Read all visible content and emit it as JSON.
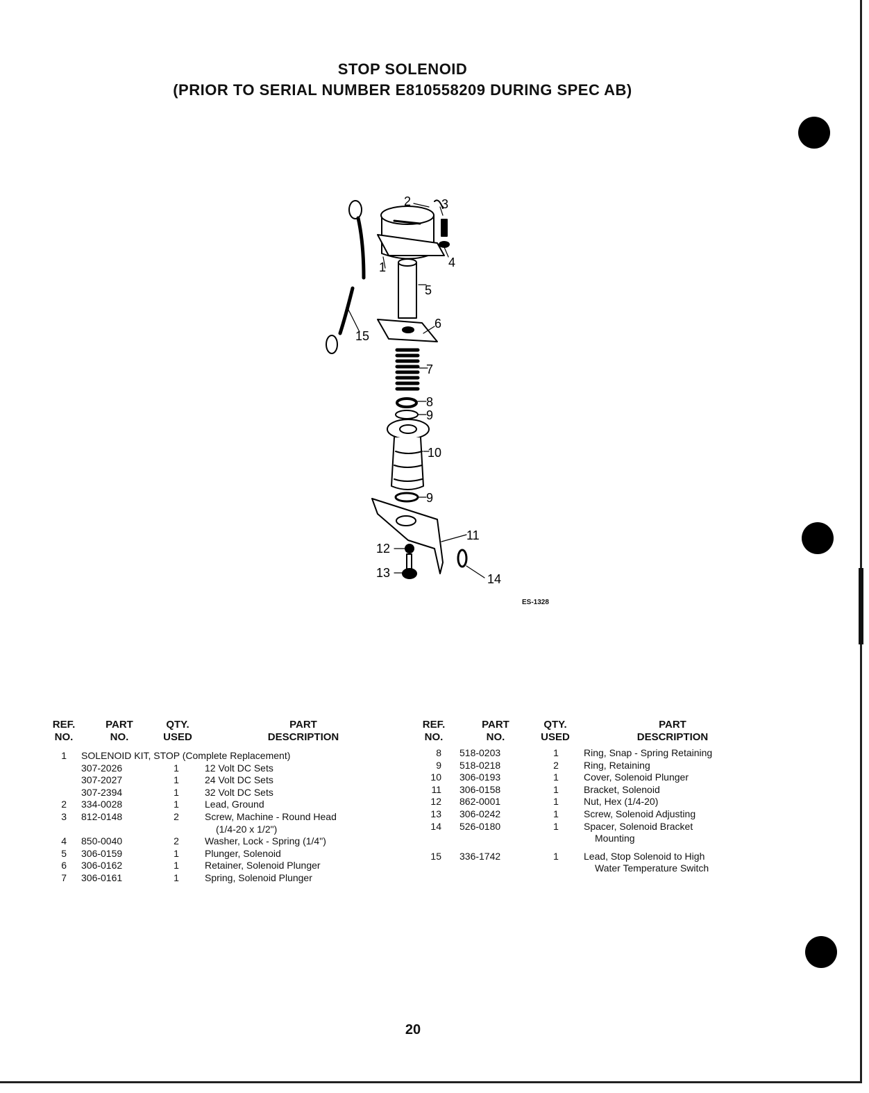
{
  "title_line1": "STOP SOLENOID",
  "title_line2": "(PRIOR TO SERIAL NUMBER E810558209 DURING SPEC AB)",
  "figure_id": "ES-1328",
  "page_number": "20",
  "callouts": [
    "1",
    "2",
    "3",
    "4",
    "5",
    "6",
    "7",
    "8",
    "9",
    "10",
    "9",
    "11",
    "12",
    "13",
    "14",
    "15"
  ],
  "headers": {
    "ref": [
      "REF.",
      "NO."
    ],
    "part": [
      "PART",
      "NO."
    ],
    "qty": [
      "QTY.",
      "USED"
    ],
    "desc": [
      "PART",
      "DESCRIPTION"
    ]
  },
  "left_rows": [
    {
      "ref": "1",
      "part": "",
      "qty": "",
      "desc": "SOLENOID KIT, STOP (Complete Replacement)"
    },
    {
      "ref": "",
      "part": "307-2026",
      "qty": "1",
      "desc": "12 Volt DC Sets"
    },
    {
      "ref": "",
      "part": "307-2027",
      "qty": "1",
      "desc": "24 Volt DC Sets"
    },
    {
      "ref": "",
      "part": "307-2394",
      "qty": "1",
      "desc": "32 Volt DC Sets"
    },
    {
      "ref": "2",
      "part": "334-0028",
      "qty": "1",
      "desc": "Lead, Ground"
    },
    {
      "ref": "3",
      "part": "812-0148",
      "qty": "2",
      "desc": "Screw, Machine - Round Head"
    },
    {
      "ref": "",
      "part": "",
      "qty": "",
      "desc": "(1/4-20 x 1/2\")"
    },
    {
      "ref": "4",
      "part": "850-0040",
      "qty": "2",
      "desc": "Washer, Lock - Spring (1/4\")"
    },
    {
      "ref": "5",
      "part": "306-0159",
      "qty": "1",
      "desc": "Plunger, Solenoid"
    },
    {
      "ref": "6",
      "part": "306-0162",
      "qty": "1",
      "desc": "Retainer, Solenoid Plunger"
    },
    {
      "ref": "7",
      "part": "306-0161",
      "qty": "1",
      "desc": "Spring, Solenoid Plunger"
    }
  ],
  "right_rows": [
    {
      "ref": "8",
      "part": "518-0203",
      "qty": "1",
      "desc": "Ring, Snap - Spring Retaining"
    },
    {
      "ref": "9",
      "part": "518-0218",
      "qty": "2",
      "desc": "Ring, Retaining"
    },
    {
      "ref": "10",
      "part": "306-0193",
      "qty": "1",
      "desc": "Cover, Solenoid Plunger"
    },
    {
      "ref": "11",
      "part": "306-0158",
      "qty": "1",
      "desc": "Bracket, Solenoid"
    },
    {
      "ref": "12",
      "part": "862-0001",
      "qty": "1",
      "desc": "Nut, Hex (1/4-20)"
    },
    {
      "ref": "13",
      "part": "306-0242",
      "qty": "1",
      "desc": "Screw, Solenoid Adjusting"
    },
    {
      "ref": "14",
      "part": "526-0180",
      "qty": "1",
      "desc": "Spacer, Solenoid Bracket"
    },
    {
      "ref": "",
      "part": "",
      "qty": "",
      "desc": "Mounting"
    },
    {
      "ref": "15",
      "part": "336-1742",
      "qty": "1",
      "desc": "Lead, Stop Solenoid to High"
    },
    {
      "ref": "",
      "part": "",
      "qty": "",
      "desc": "Water Temperature Switch"
    }
  ]
}
